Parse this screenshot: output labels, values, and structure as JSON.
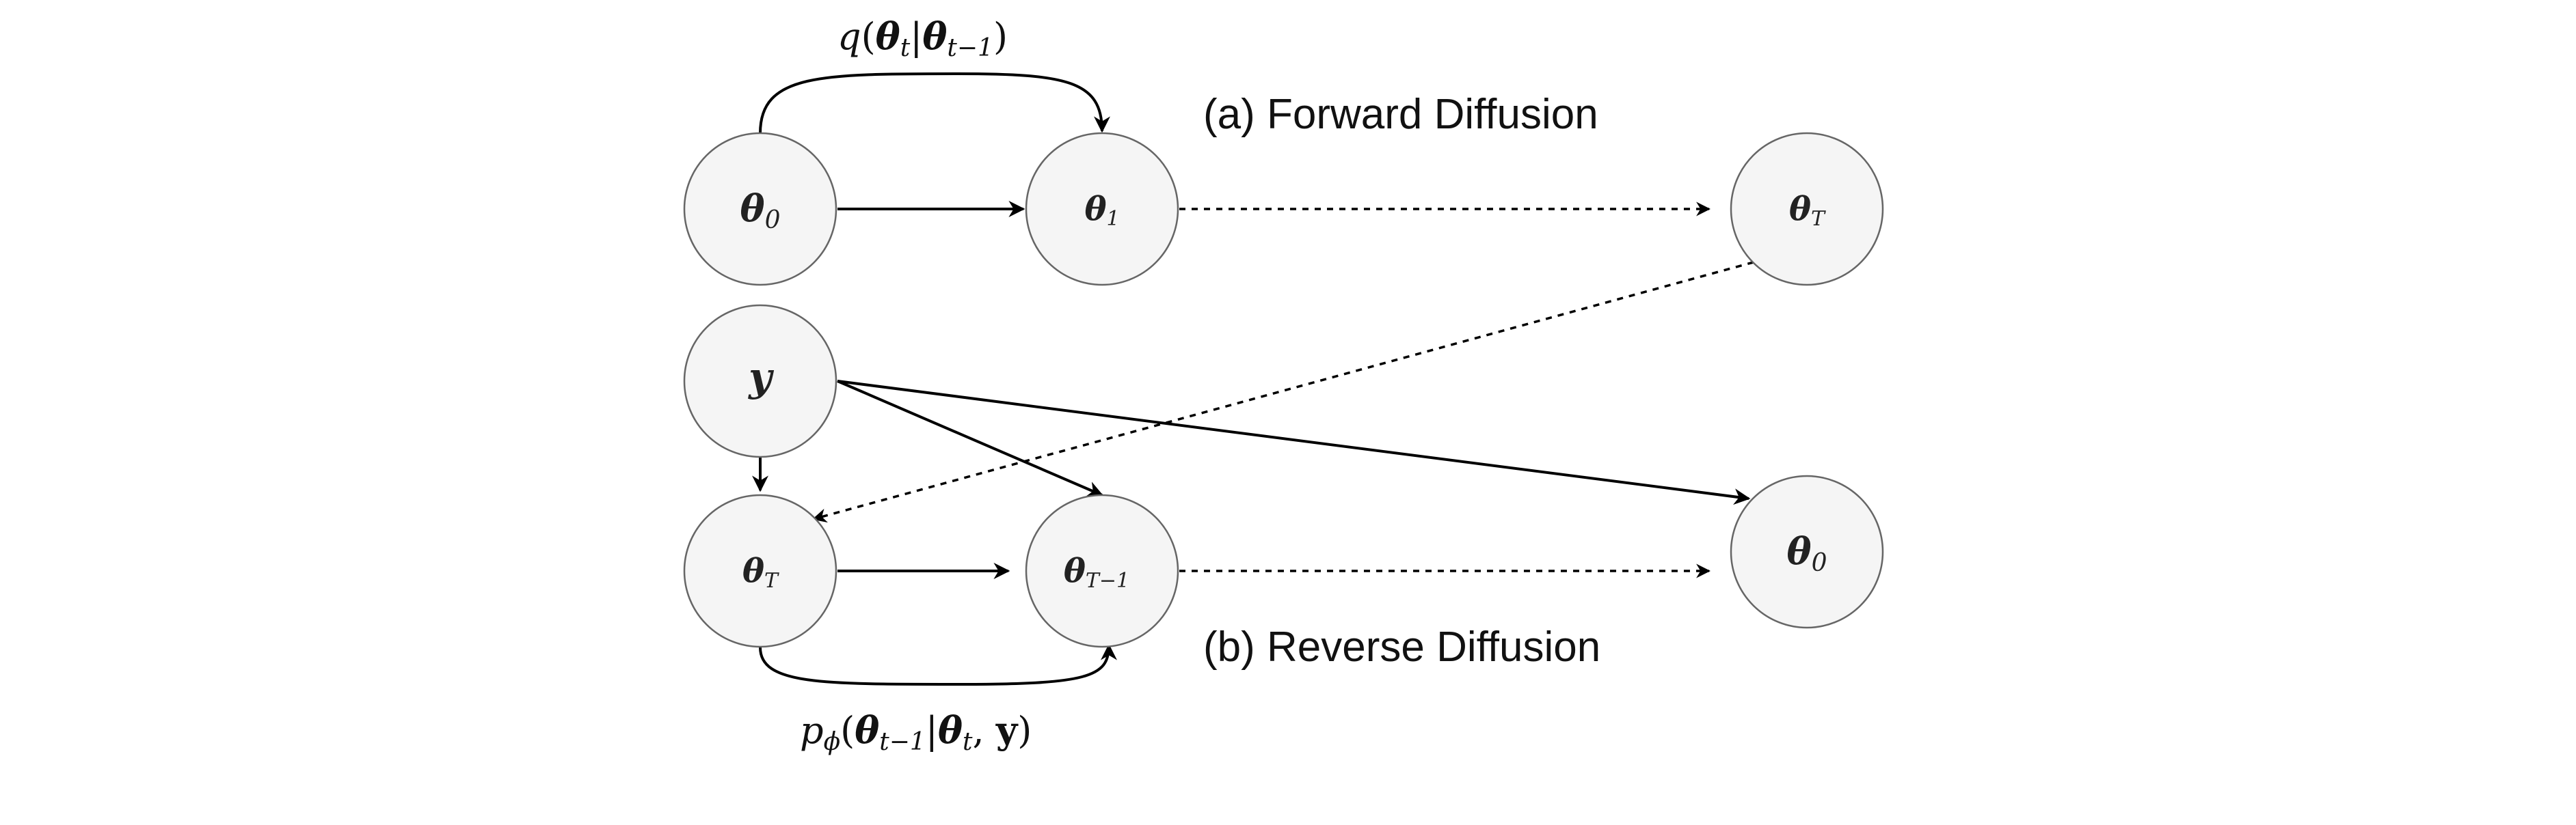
{
  "nodes": {
    "fwd_theta_0": {
      "symbol": "θ",
      "subscript": "0"
    },
    "fwd_theta_1": {
      "symbol": "θ",
      "subscript": "1"
    },
    "fwd_theta_T": {
      "symbol": "θ",
      "subscript": "T"
    },
    "y": {
      "symbol": "y",
      "subscript": ""
    },
    "rev_theta_T": {
      "symbol": "θ",
      "subscript": "T"
    },
    "rev_theta_T_minus_1": {
      "symbol": "θ",
      "subscript": "T−1"
    },
    "rev_theta_0": {
      "symbol": "θ",
      "subscript": "0"
    }
  },
  "captions": {
    "forward": "(a) Forward Diffusion",
    "reverse": "(b) Reverse Diffusion"
  },
  "formulas": {
    "forward_kernel": {
      "fn": "q",
      "open": "(",
      "var1": "θ",
      "var1_sub": "t",
      "bar": "|",
      "var2": "θ",
      "var2_sub": "t−1",
      "close": ")"
    },
    "reverse_kernel": {
      "fn": "p",
      "fn_sub": "ϕ",
      "open": "(",
      "var1": "θ",
      "var1_sub": "t−1",
      "bar": "|",
      "var2": "θ",
      "var2_sub": "t",
      "comma": ", ",
      "var3": "y",
      "close": ")"
    }
  },
  "colors": {
    "node_fill": "#f5f5f5",
    "node_stroke": "#666666",
    "edge": "#000000"
  }
}
